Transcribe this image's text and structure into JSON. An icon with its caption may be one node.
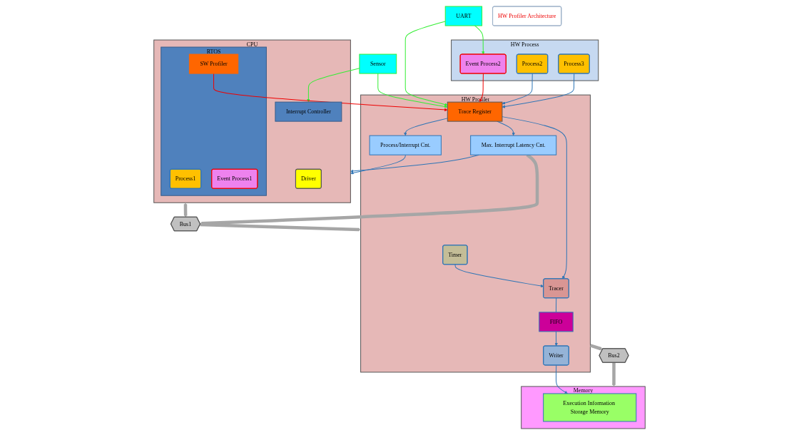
{
  "diagram": {
    "nodes": [
      {
        "text": [
          "Sensor"
        ]
      },
      {
        "text": [
          "UART"
        ]
      },
      {
        "text": [
          "HW Profiler Architecture"
        ]
      },
      {
        "text": [
          "CPU"
        ]
      },
      {
        "text": [
          "Interrupt Controller"
        ],
        "in": 3
      },
      {
        "text": [
          "RTOS"
        ],
        "in": 3
      },
      {
        "text": [
          "Process1"
        ],
        "in": 5
      },
      {
        "text": [
          "Event Process1"
        ],
        "in": 5
      },
      {
        "text": [
          "SW Profiler"
        ],
        "in": 5
      },
      {
        "text": [
          "Driver"
        ],
        "in": 3
      },
      {
        "text": [
          "HW Process"
        ]
      },
      {
        "text": [
          "Event Process2"
        ],
        "in": 10
      },
      {
        "text": [
          "Process2"
        ],
        "in": 10
      },
      {
        "text": [
          "Process3"
        ],
        "in": 10
      },
      {
        "text": [
          "HW Profiler"
        ]
      },
      {
        "text": [
          "Timer"
        ],
        "in": 14
      },
      {
        "text": [
          "Tracer"
        ],
        "in": 14
      },
      {
        "text": [
          "FIFO"
        ],
        "in": 14
      },
      {
        "text": [
          "Writer"
        ],
        "in": 14
      },
      {
        "text": [
          "Trace Register"
        ],
        "in": 14
      },
      {
        "text": [
          "Process/Interrupt Cnt."
        ],
        "in": 14
      },
      {
        "text": [
          "Max. Interrupt Latency Cnt."
        ],
        "in": 14
      },
      {
        "text": [
          "Memory"
        ]
      },
      {
        "text": [
          "Execution Information Storage Memory"
        ],
        "in": 22
      },
      {
        "text": [
          "Bus1"
        ]
      },
      {
        "text": [
          "Bus2"
        ]
      }
    ],
    "edges": [
      {
        "from": 0,
        "to": 4,
        "arrow": "to",
        "color": "#33ee33"
      },
      {
        "from": 0,
        "to": 19,
        "arrow": "to",
        "color": "#33ee33"
      },
      {
        "from": 1,
        "to": 11,
        "arrow": "to",
        "color": "#33ee33"
      },
      {
        "from": 1,
        "to": 19,
        "arrow": "to",
        "color": "#33ee33"
      },
      {
        "from": 11,
        "to": 19,
        "arrow": "to",
        "color": "#ee0000"
      },
      {
        "from": 8,
        "to": 19,
        "arrow": "to",
        "color": "#ee0000"
      },
      {
        "from": 12,
        "to": 19,
        "arrow": "to"
      },
      {
        "from": 13,
        "to": 19,
        "arrow": "to"
      },
      {
        "from": 15,
        "to": 16,
        "arrow": "to"
      },
      {
        "from": 16,
        "to": 17,
        "arrow": "none"
      },
      {
        "from": 17,
        "to": 18,
        "arrow": "to"
      },
      {
        "from": 19,
        "to": 20,
        "arrow": "to"
      },
      {
        "from": 19,
        "to": 21,
        "arrow": "to"
      },
      {
        "from": 19,
        "to": 16,
        "arrow": "to"
      },
      {
        "from": 20,
        "to": 3,
        "arrow": "to"
      },
      {
        "from": 21,
        "to": 3,
        "arrow": "to"
      },
      {
        "from": 18,
        "to": 23,
        "arrow": "to"
      },
      {
        "from": 3,
        "to": 24,
        "arrow": "both",
        "style": "thick",
        "color": "#a6a6a6"
      },
      {
        "from": 24,
        "to": 14,
        "arrow": "to",
        "style": "thick",
        "color": "#a6a6a6"
      },
      {
        "from": 21,
        "to": 24,
        "arrow": "to",
        "style": "thick",
        "color": "#a6a6a6"
      },
      {
        "from": 14,
        "to": 25,
        "arrow": "to",
        "style": "thick",
        "color": "#a6a6a6"
      },
      {
        "from": 25,
        "to": 22,
        "arrow": "to",
        "style": "thick",
        "color": "#a6a6a6"
      }
    ]
  }
}
